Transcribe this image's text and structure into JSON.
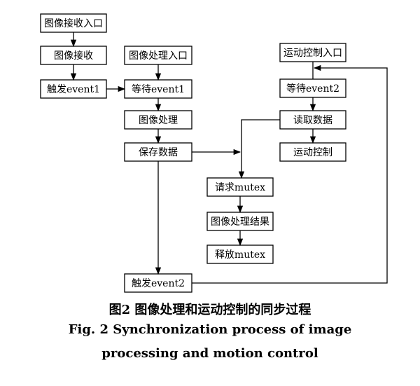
{
  "nodes": {
    "image_receive_entry": "图像接收入口",
    "image_receive": "图像接收",
    "trigger_event1": "触发event1",
    "image_process_entry": "图像处理入口",
    "wait_event1": "等待event1",
    "image_process": "图像处理",
    "save_data": "保存数据",
    "trigger_event2": "触发event2",
    "motion_control_entry": "运动控制入口",
    "wait_event2": "等待event2",
    "read_data": "读取数据",
    "motion_control": "运动控制",
    "request_mutex": "请求mutex",
    "image_process_result": "图像处理结果",
    "release_mutex": "释放mutex"
  },
  "caption": {
    "zh": "图2  图像处理和运动控制的同步过程",
    "en_line1": "Fig. 2  Synchronization process of image",
    "en_line2": "processing and motion control"
  }
}
